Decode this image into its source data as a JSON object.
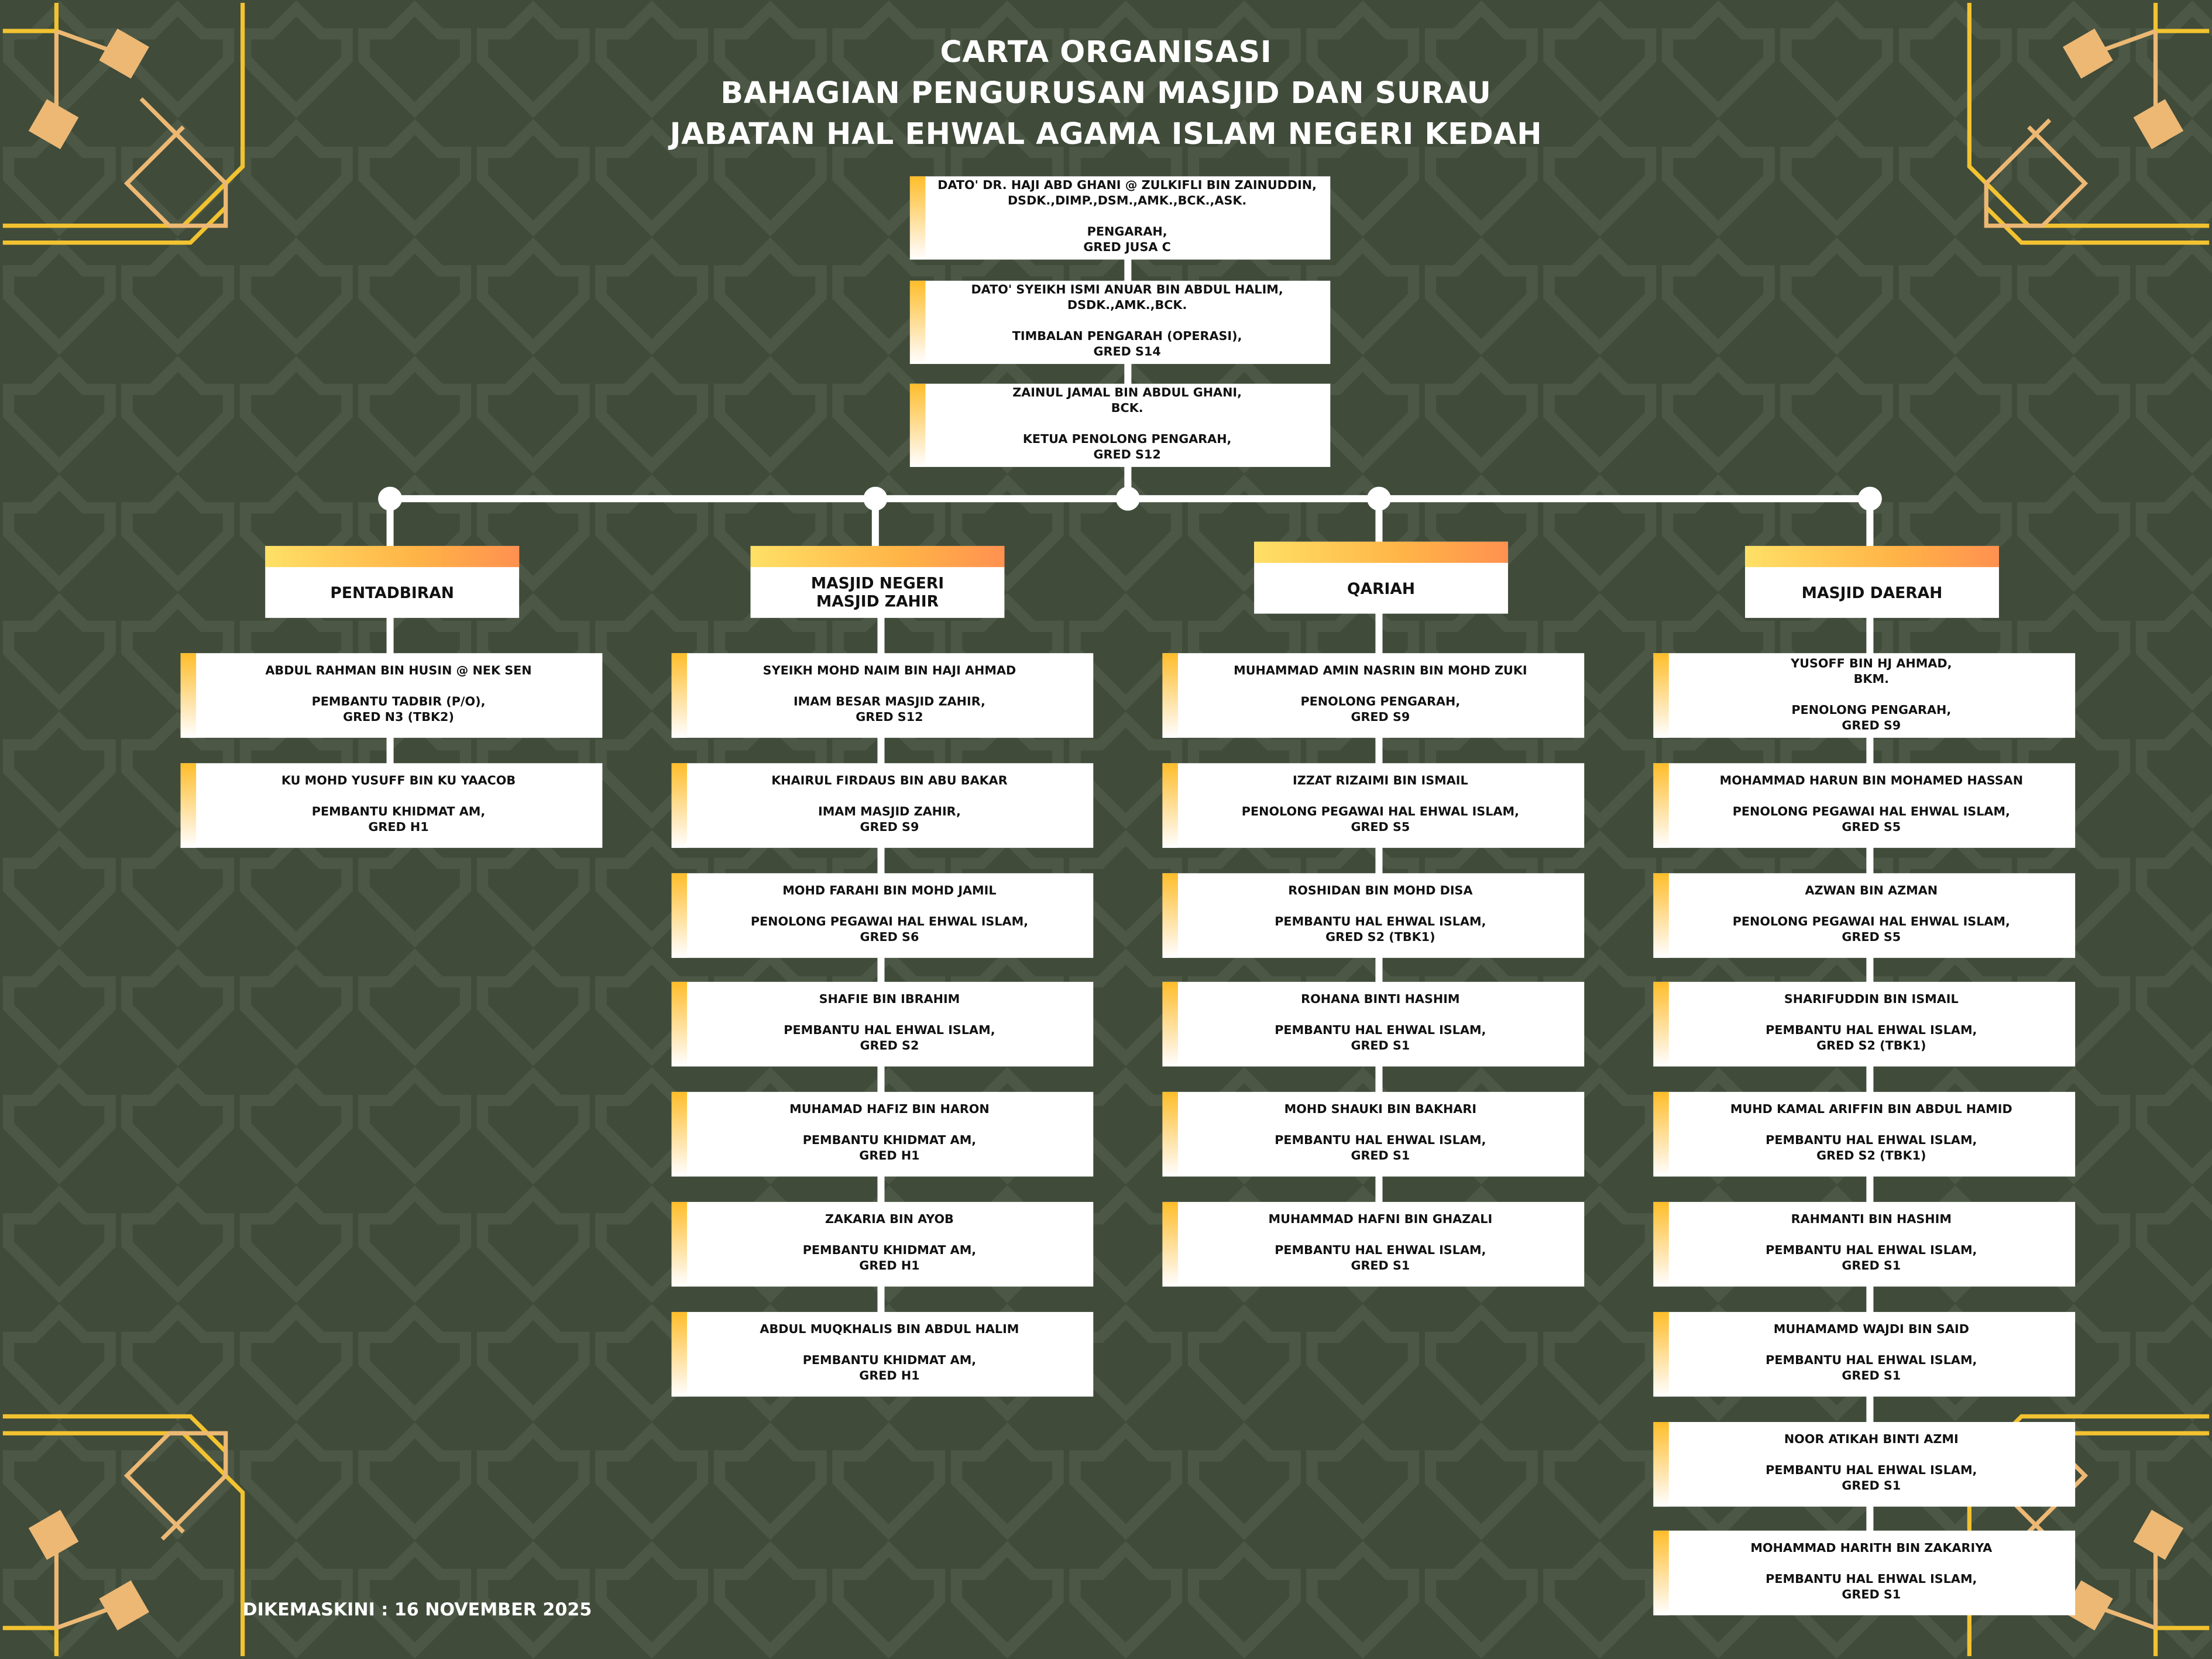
{
  "header": {
    "line1": "CARTA ORGANISASI",
    "line2": "BAHAGIAN PENGURUSAN MASJID DAN SURAU",
    "line3": "JABATAN HAL EHWAL AGAMA ISLAM NEGERI KEDAH"
  },
  "colors": {
    "background": "#404b3a",
    "gold": "#f2c230",
    "tan": "#ecb874",
    "accent_yellow": "#ffbd2a",
    "accent_orange": "#ff9150"
  },
  "top_chain": [
    {
      "name": "DATO' DR. HAJI ABD GHANI @ ZULKIFLI BIN ZAINUDDIN,\nDSDK.,DIMP.,DSM.,AMK.,BCK.,ASK.",
      "position": "PENGARAH,\nGRED JUSA C"
    },
    {
      "name": "DATO' SYEIKH ISMI ANUAR BIN ABDUL HALIM,\nDSDK.,AMK.,BCK.",
      "position": "TIMBALAN PENGARAH (OPERASI),\nGRED S14"
    },
    {
      "name": "ZAINUL JAMAL BIN ABDUL GHANI,\nBCK.",
      "position": "KETUA PENOLONG PENGARAH,\nGRED S12"
    }
  ],
  "departments": [
    {
      "title": "PENTADBIRAN",
      "members": [
        {
          "name": "ABDUL RAHMAN BIN HUSIN @ NEK SEN",
          "position": "PEMBANTU TADBIR (P/O),\nGRED N3 (TBK2)"
        },
        {
          "name": "KU MOHD YUSUFF BIN KU YAACOB",
          "position": "PEMBANTU KHIDMAT AM,\nGRED H1"
        }
      ]
    },
    {
      "title": "MASJID NEGERI\nMASJID ZAHIR",
      "members": [
        {
          "name": "SYEIKH MOHD NAIM BIN HAJI AHMAD",
          "position": "IMAM BESAR MASJID ZAHIR,\nGRED S12"
        },
        {
          "name": "KHAIRUL FIRDAUS BIN ABU BAKAR",
          "position": "IMAM MASJID ZAHIR,\nGRED S9"
        },
        {
          "name": "MOHD FARAHI BIN MOHD JAMIL",
          "position": "PENOLONG PEGAWAI HAL EHWAL ISLAM,\nGRED S6"
        },
        {
          "name": "SHAFIE BIN IBRAHIM",
          "position": "PEMBANTU HAL EHWAL ISLAM,\nGRED S2"
        },
        {
          "name": "MUHAMAD HAFIZ BIN HARON",
          "position": "PEMBANTU KHIDMAT AM,\nGRED H1"
        },
        {
          "name": "ZAKARIA BIN AYOB",
          "position": "PEMBANTU KHIDMAT AM,\nGRED H1"
        },
        {
          "name": "ABDUL MUQKHALIS BIN ABDUL HALIM",
          "position": "PEMBANTU KHIDMAT AM,\nGRED H1"
        }
      ]
    },
    {
      "title": "QARIAH",
      "members": [
        {
          "name": "MUHAMMAD AMIN NASRIN BIN MOHD ZUKI",
          "position": "PENOLONG PENGARAH,\nGRED S9"
        },
        {
          "name": "IZZAT RIZAIMI BIN ISMAIL",
          "position": "PENOLONG PEGAWAI HAL EHWAL ISLAM,\nGRED S5"
        },
        {
          "name": "ROSHIDAN BIN MOHD DISA",
          "position": "PEMBANTU HAL EHWAL ISLAM,\nGRED S2 (TBK1)"
        },
        {
          "name": "ROHANA BINTI HASHIM",
          "position": "PEMBANTU HAL EHWAL ISLAM,\nGRED S1"
        },
        {
          "name": "MOHD SHAUKI BIN BAKHARI",
          "position": "PEMBANTU HAL EHWAL ISLAM,\nGRED S1"
        },
        {
          "name": "MUHAMMAD HAFNI BIN GHAZALI",
          "position": "PEMBANTU HAL EHWAL ISLAM,\nGRED S1"
        }
      ]
    },
    {
      "title": "MASJID DAERAH",
      "members": [
        {
          "name": "YUSOFF BIN HJ AHMAD,\nBKM.",
          "position": "PENOLONG PENGARAH,\nGRED S9"
        },
        {
          "name": "MOHAMMAD HARUN BIN MOHAMED HASSAN",
          "position": "PENOLONG PEGAWAI HAL EHWAL ISLAM,\nGRED S5"
        },
        {
          "name": "AZWAN BIN AZMAN",
          "position": "PENOLONG PEGAWAI HAL EHWAL ISLAM,\nGRED S5"
        },
        {
          "name": "SHARIFUDDIN BIN ISMAIL",
          "position": "PEMBANTU HAL EHWAL ISLAM,\nGRED S2 (TBK1)"
        },
        {
          "name": "MUHD KAMAL ARIFFIN BIN ABDUL HAMID",
          "position": "PEMBANTU HAL EHWAL ISLAM,\nGRED S2 (TBK1)"
        },
        {
          "name": "RAHMANTI BIN HASHIM",
          "position": "PEMBANTU HAL EHWAL ISLAM,\nGRED S1"
        },
        {
          "name": "MUHAMAMD WAJDI BIN SAID",
          "position": "PEMBANTU HAL EHWAL ISLAM,\nGRED S1"
        },
        {
          "name": "NOOR ATIKAH BINTI AZMI",
          "position": "PEMBANTU HAL EHWAL ISLAM,\nGRED S1"
        },
        {
          "name": "MOHAMMAD HARITH BIN ZAKARIYA",
          "position": "PEMBANTU HAL EHWAL ISLAM,\nGRED S1"
        }
      ]
    }
  ],
  "footer": {
    "updated": "DIKEMASKINI : 16 NOVEMBER 2025"
  }
}
